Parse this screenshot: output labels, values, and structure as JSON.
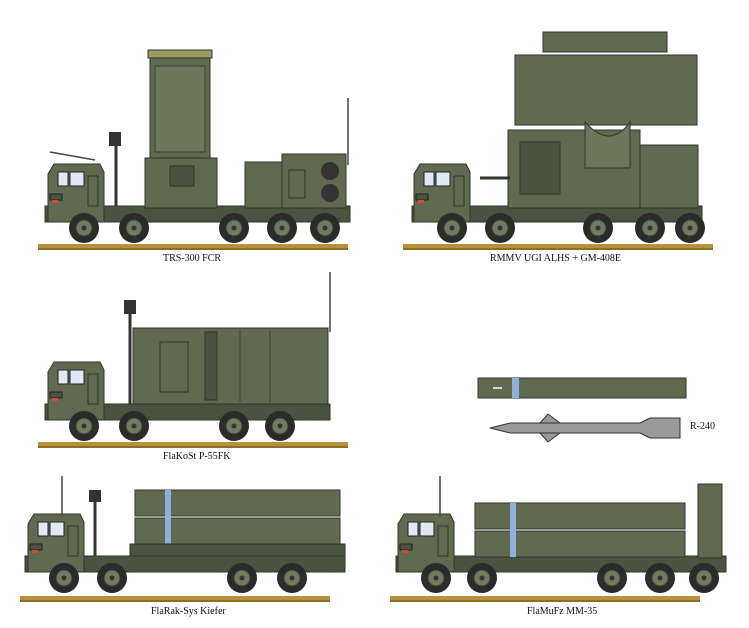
{
  "captions": {
    "trs300": "TRS-300 FCR",
    "rmmv": "RMMV UGI ALHS + GM-408E",
    "flakost": "FlaKoSt P-55FK",
    "r240": "R-240",
    "flarak": "FlaRak-Sys Kiefer",
    "flamufz": "FlaMuFz MM-35"
  },
  "colors": {
    "olive": "#5f6a50",
    "olive_dark": "#4a5340",
    "olive_light": "#727e62",
    "ground": "#b8903a",
    "tire": "#2b2b2b",
    "blue_band": "#8fb0d8",
    "missile_grey": "#9a9a9a"
  }
}
